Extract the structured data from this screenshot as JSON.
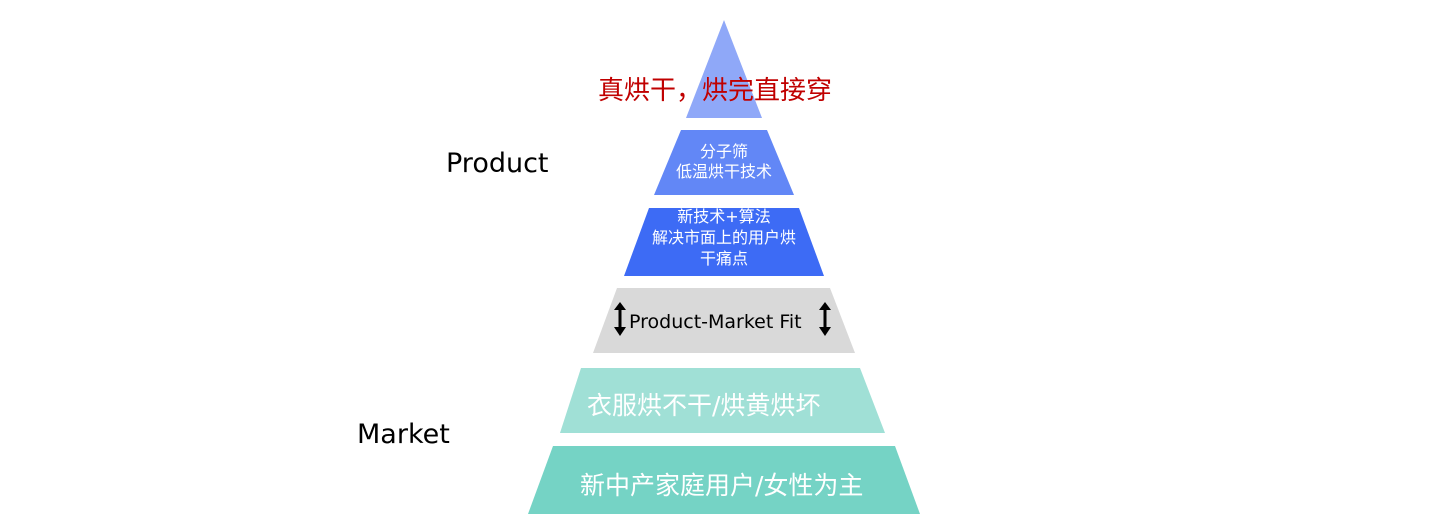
{
  "side_labels": {
    "product": "Product",
    "market": "Market"
  },
  "tiers": [
    {
      "text": "真烘干，烘完直接穿",
      "color": "#8FA8F8",
      "text_color": "#C00000"
    },
    {
      "lines": [
        "分子筛",
        "低温烘干技术"
      ],
      "color": "#6287F6"
    },
    {
      "lines": [
        "新技术+算法",
        "解决市面上的用户烘",
        "干痛点"
      ],
      "color": "#3D6BF5"
    },
    {
      "text": "Product-Market Fit",
      "color": "#D9D9D9",
      "icon": "double-arrow-vertical"
    },
    {
      "text": "衣服烘不干/烘黄烘坏",
      "color": "#A0E0D6"
    },
    {
      "text": "新中产家庭用户/女性为主",
      "color": "#75D3C5"
    }
  ]
}
